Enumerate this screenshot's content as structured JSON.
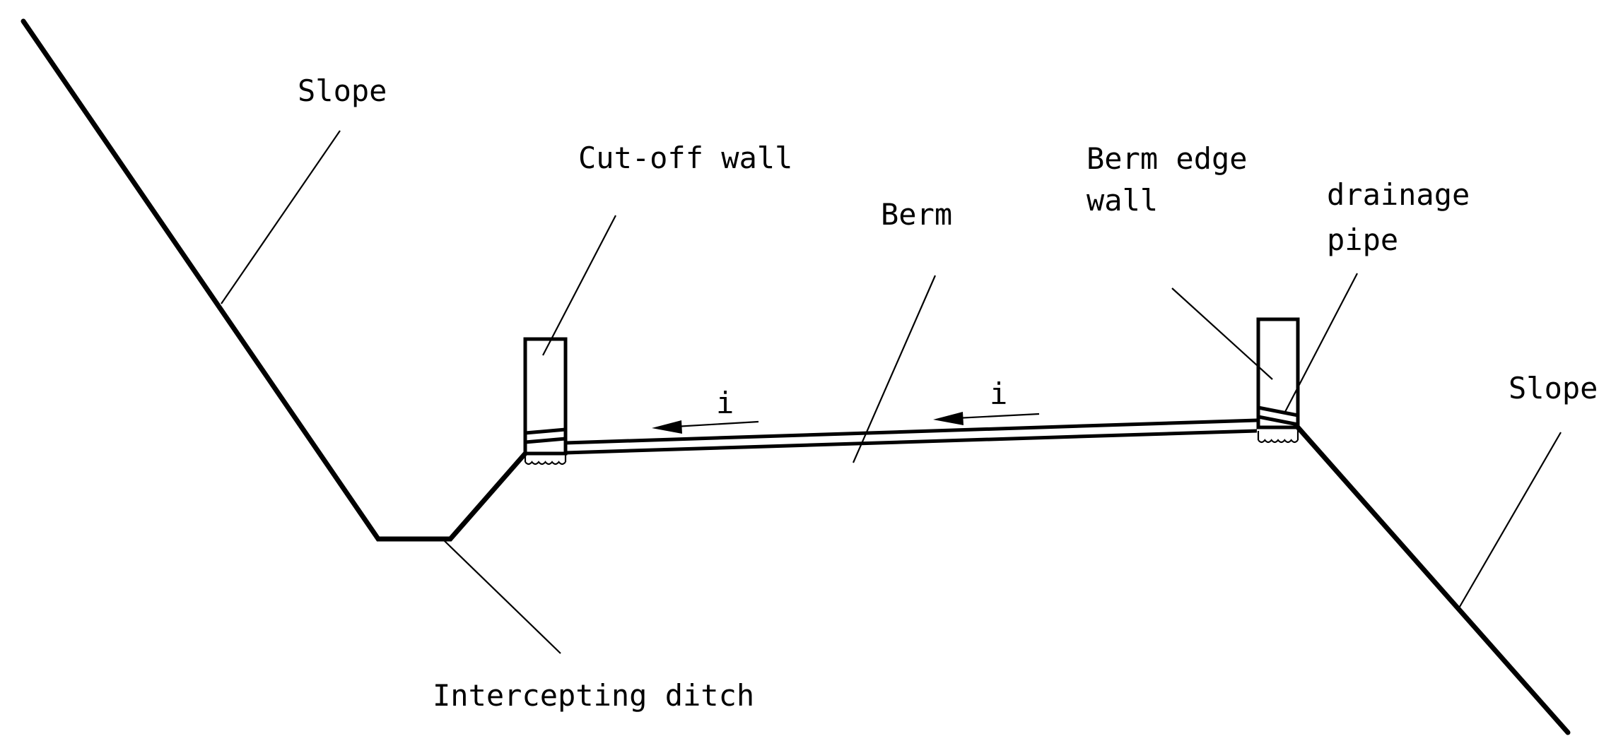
{
  "labels": {
    "slope_left": "Slope",
    "cut_off_wall": "Cut-off wall",
    "berm": "Berm",
    "berm_edge_wall_line1": "Berm edge",
    "berm_edge_wall_line2": "wall",
    "drainage_pipe_line1": "drainage",
    "drainage_pipe_line2": "pipe",
    "slope_right": "Slope",
    "intercepting_ditch": "Intercepting ditch",
    "slope_symbol_left": "i",
    "slope_symbol_right": "i"
  },
  "colors": {
    "line": "#000000",
    "background": "#ffffff"
  }
}
